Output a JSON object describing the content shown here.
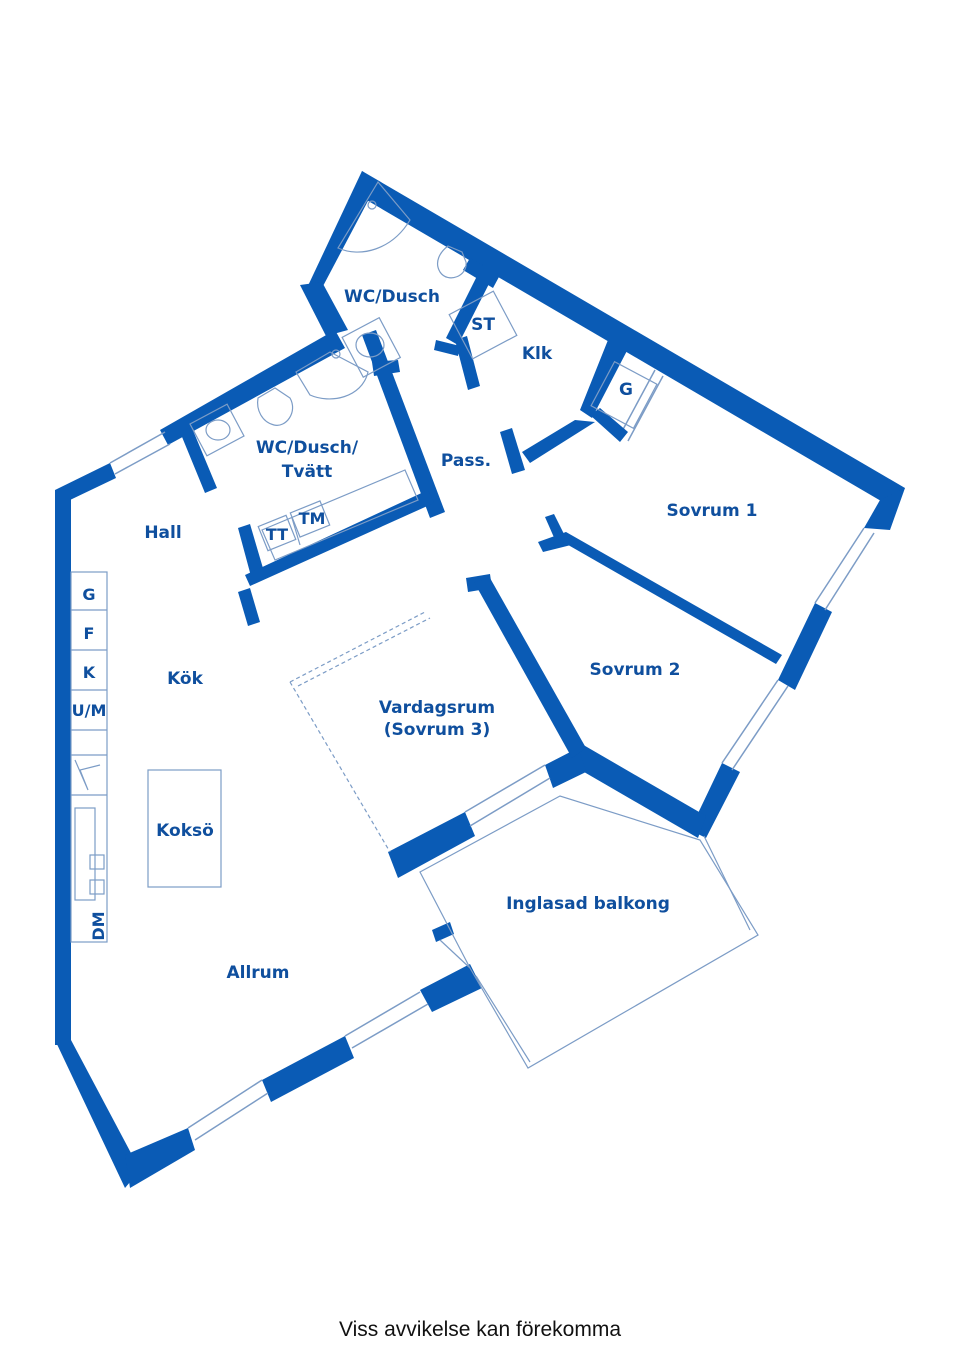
{
  "colors": {
    "wall": "#0a5bb5",
    "label": "#0f4f9e",
    "fixture": "#7c9cc6",
    "footer": "#111111"
  },
  "rooms": {
    "wc_dusch": "WC/Dusch",
    "st": "ST",
    "klk": "Klk",
    "g_top": "G",
    "wc_dusch_tvatt_1": "WC/Dusch/",
    "wc_dusch_tvatt_2": "Tvätt",
    "pass": "Pass.",
    "sovrum1": "Sovrum 1",
    "hall": "Hall",
    "tt": "TT",
    "tm": "TM",
    "g_kitchen": "G",
    "f": "F",
    "k": "K",
    "um": "U/M",
    "kok": "Kök",
    "vardagsrum_1": "Vardagsrum",
    "vardagsrum_2": "(Sovrum 3)",
    "sovrum2": "Sovrum 2",
    "kokso": "Koksö",
    "dm": "DM",
    "balkong": "Inglasad balkong",
    "allrum": "Allrum"
  },
  "footer": {
    "disclaimer": "Viss avvikelse kan förekomma"
  }
}
